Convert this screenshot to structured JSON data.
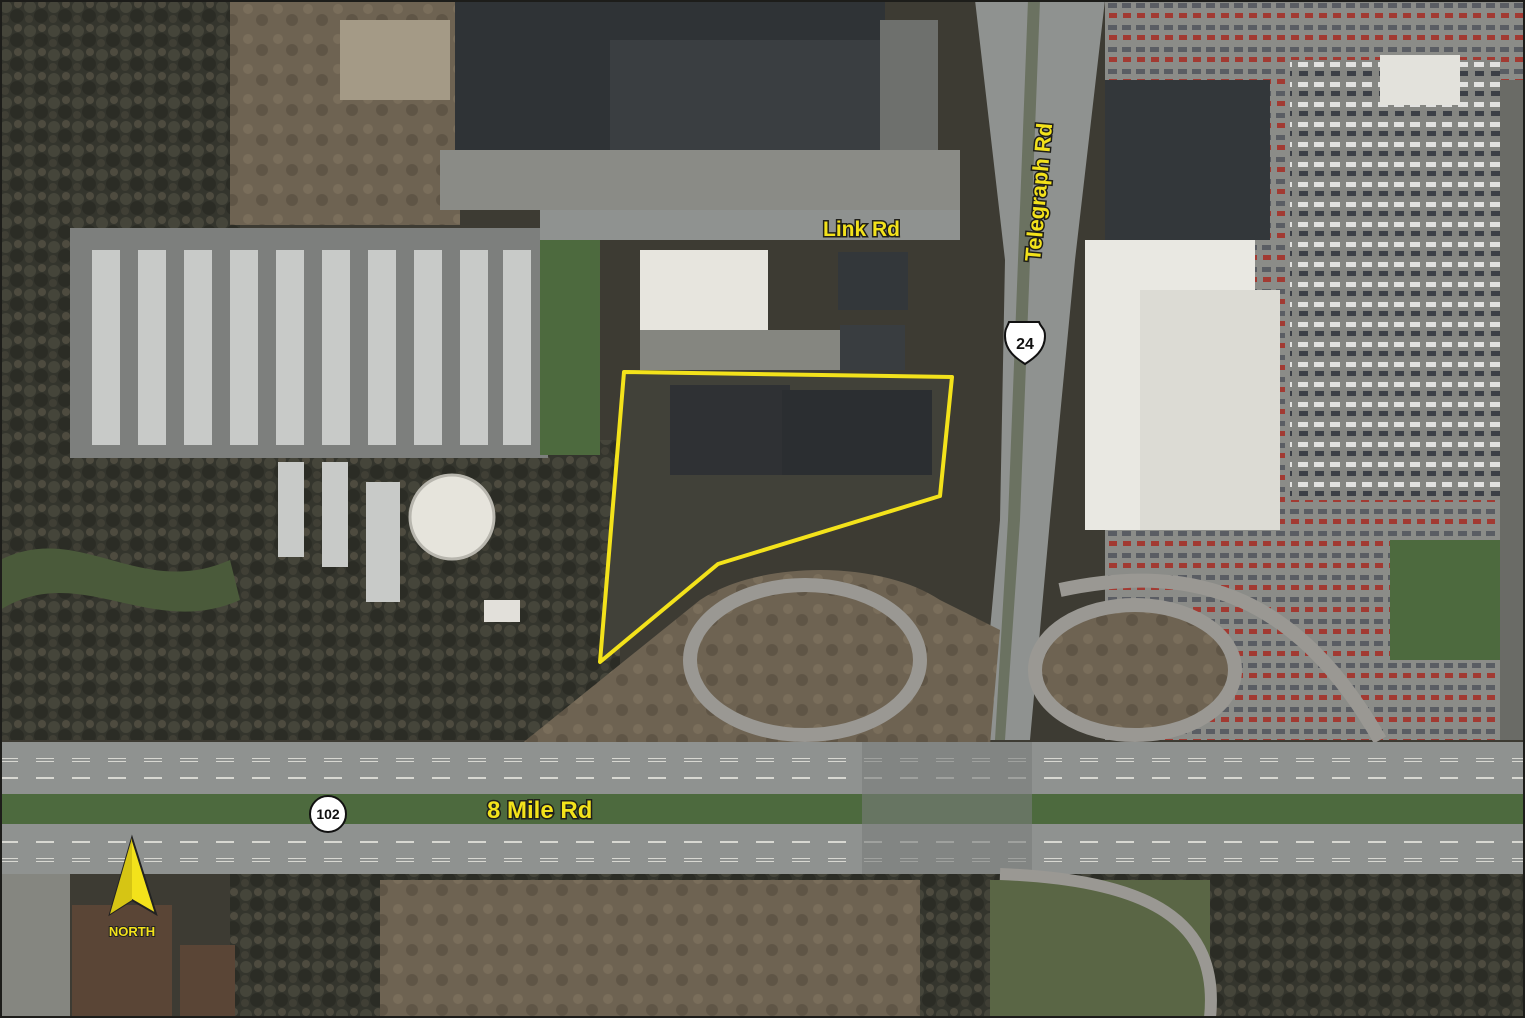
{
  "labels": {
    "link_rd": "Link Rd",
    "telegraph_rd": "Telegraph Rd",
    "eight_mile_rd": "8 Mile Rd",
    "north": "NORTH"
  },
  "shields": {
    "us_24": "24",
    "m_102": "102"
  },
  "colors": {
    "accent": "#f3e21b",
    "road": "#8f9290",
    "roof_dark": "#2e3134",
    "roof_light": "#e8e6df",
    "trees": "#3a3a30",
    "dirt": "#6b5e4c",
    "grass": "#4d6a3e"
  },
  "icons": {
    "north_arrow": "north-arrow-icon",
    "us_highway_shield": "us-highway-shield-icon",
    "state_route_shield": "state-route-shield-icon"
  }
}
